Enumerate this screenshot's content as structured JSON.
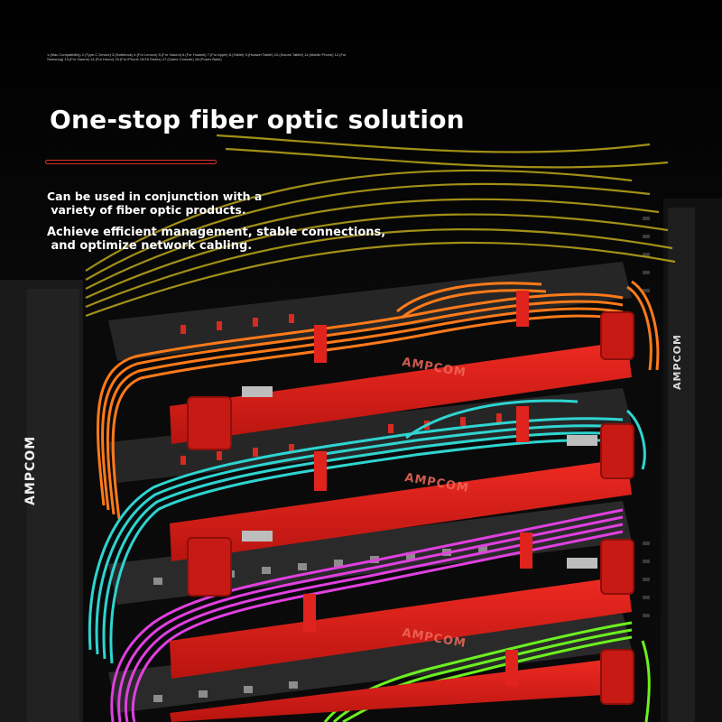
{
  "top_note": "1.(Mac Compatibility) 2.(Type-C Device) 3.(Notebook) 4.(For Lenovo) 5.(For Xiaomi) 6.(For Huawei) 7.(For Apple) 8.(Tablet) 9.(Huawei Tablet) 10.(Xiaomi Tablet) 11.(Mobile Phone) 12.(For Samsung) 13.(For Xiaomi) 14.(For Honor) 15.(For iPhone 15/16 Series) 17.(Game Console) 18.(Power Bank)",
  "headline": "One-stop fiber optic solution",
  "description_1": "Can be used in conjunction with a\n variety of fiber optic products.",
  "description_2": "Achieve efficient management, stable connections,\n and optimize network cabling.",
  "brand": "AMPCOM",
  "colors": {
    "accent_red": "#e0312a",
    "panel_red": "#d8201c",
    "cable_orange": "#ff7a1a",
    "cable_aqua": "#2fd4d0",
    "cable_magenta": "#e040e0",
    "cable_green": "#6cf020",
    "cable_yellow": "#d8c020"
  }
}
